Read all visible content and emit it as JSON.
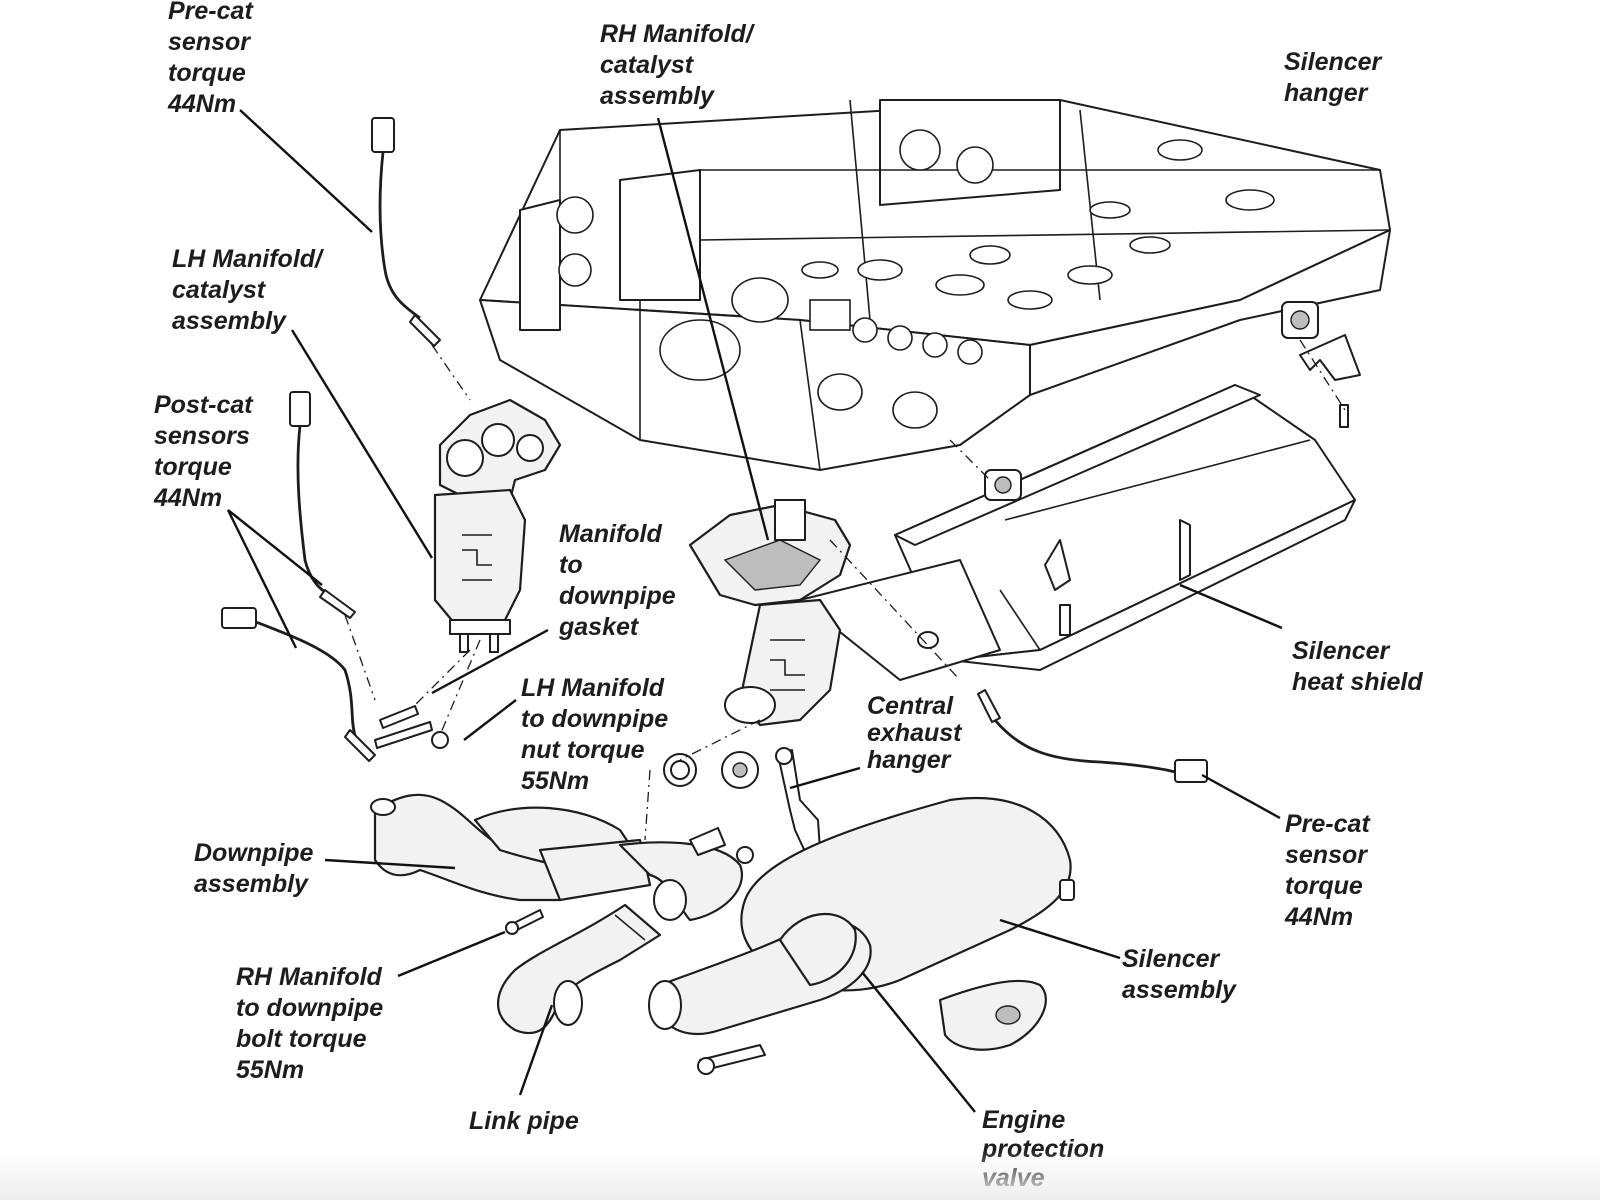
{
  "colors": {
    "line": "#1d1d1d",
    "fill_part": "#f2f2f2",
    "shade": "#bdbdbd",
    "label": "#1d1d1d"
  },
  "labels": {
    "precat_sensor_top": [
      "Pre-cat",
      "sensor",
      "torque",
      "44Nm"
    ],
    "rh_manifold_catalyst": [
      "RH Manifold/",
      "catalyst",
      "assembly"
    ],
    "silencer_hanger": [
      "Silencer",
      "hanger"
    ],
    "lh_manifold_catalyst": [
      "LH Manifold/",
      "catalyst",
      "assembly"
    ],
    "postcat_sensors": [
      "Post-cat",
      "sensors",
      "torque",
      "44Nm"
    ],
    "manifold_downpipe_gasket": [
      "Manifold",
      "to",
      "downpipe",
      "gasket"
    ],
    "lh_manifold_nut": [
      "LH Manifold",
      "to downpipe",
      "nut torque",
      "55Nm"
    ],
    "central_exhaust_hanger": [
      "Central",
      "exhaust",
      "hanger"
    ],
    "silencer_heat_shield": [
      "Silencer",
      "heat shield"
    ],
    "precat_sensor_right": [
      "Pre-cat",
      "sensor",
      "torque",
      "44Nm"
    ],
    "downpipe_assembly": [
      "Downpipe",
      "assembly"
    ],
    "rh_manifold_bolt": [
      "RH Manifold",
      "to downpipe",
      "bolt torque",
      "55Nm"
    ],
    "silencer_assembly": [
      "Silencer",
      "assembly"
    ],
    "link_pipe": [
      "Link pipe"
    ],
    "engine_protection_valve": [
      "Engine",
      "protection",
      "valve"
    ]
  }
}
